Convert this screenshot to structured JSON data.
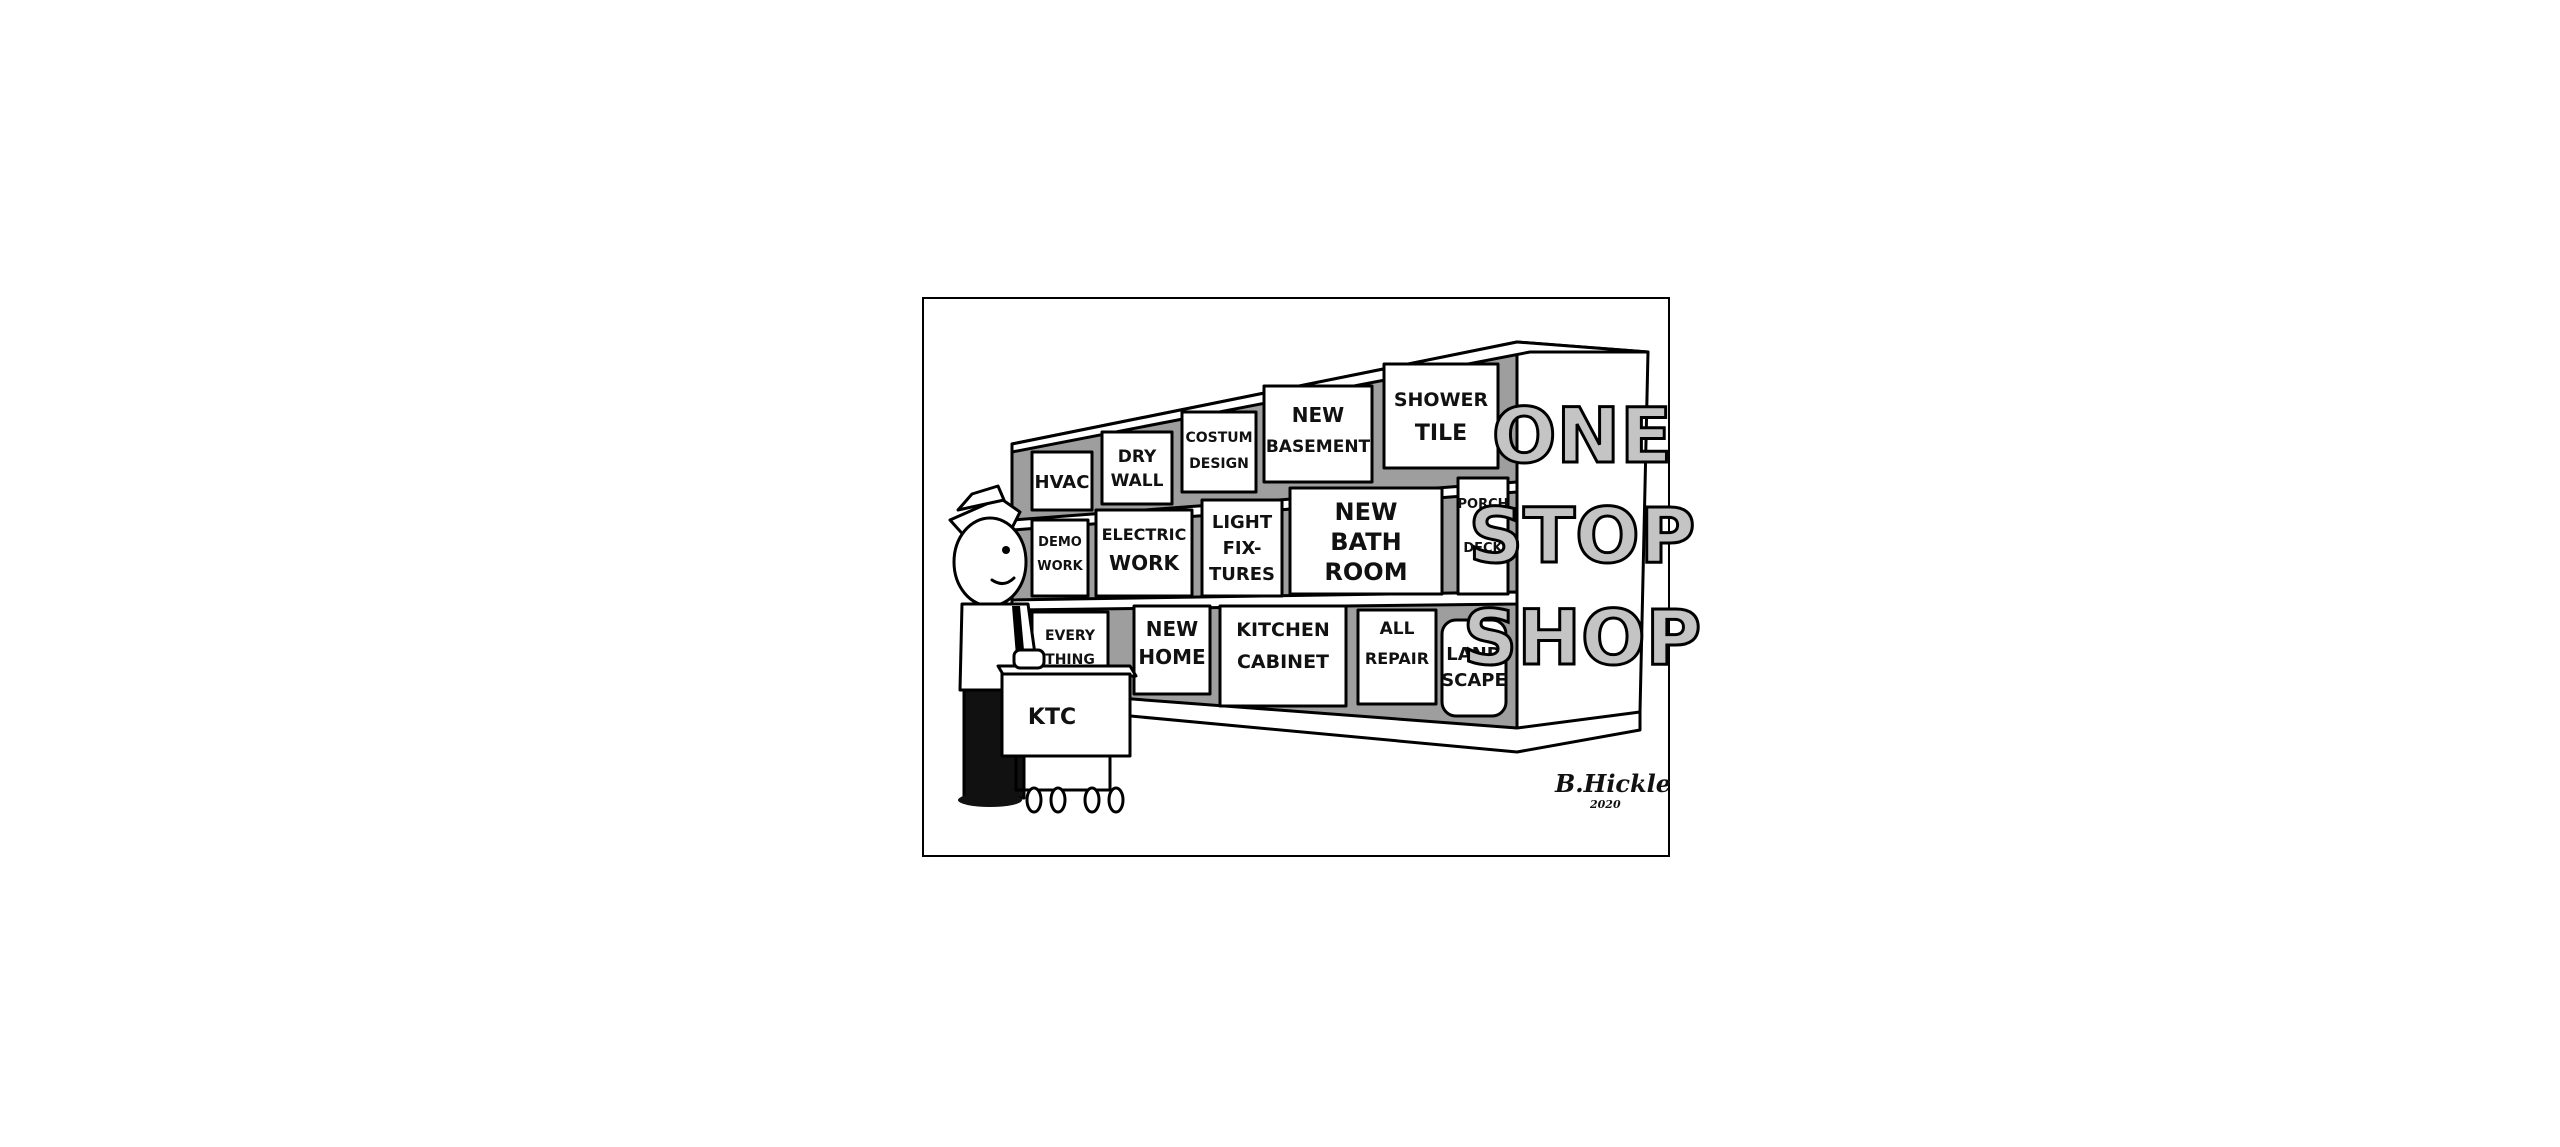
{
  "sign": {
    "line1": "ONE",
    "line2": "STOP",
    "line3": "SHOP"
  },
  "cart_label": "KTC",
  "signature": {
    "name": "B.Hickle",
    "year": "2020"
  },
  "boxes": [
    "HVAC",
    "DRY WALL",
    "COSTUM DESIGN",
    "NEW BASEMENT",
    "SHOWER TILE",
    "DEMO WORK",
    "ELECTRIC WORK",
    "LIGHT FIX- TURES",
    "NEW BATH ROOM",
    "PORCH — DECK",
    "EVERY THING",
    "NEW HOME",
    "KITCHEN CABINET",
    "ALL REPAIR",
    "LAND SCAPE"
  ],
  "colors": {
    "ink": "#000000",
    "shelf_gray": "#9e9e9e",
    "sign_fill": "#c4c4c4",
    "paper": "#ffffff"
  }
}
